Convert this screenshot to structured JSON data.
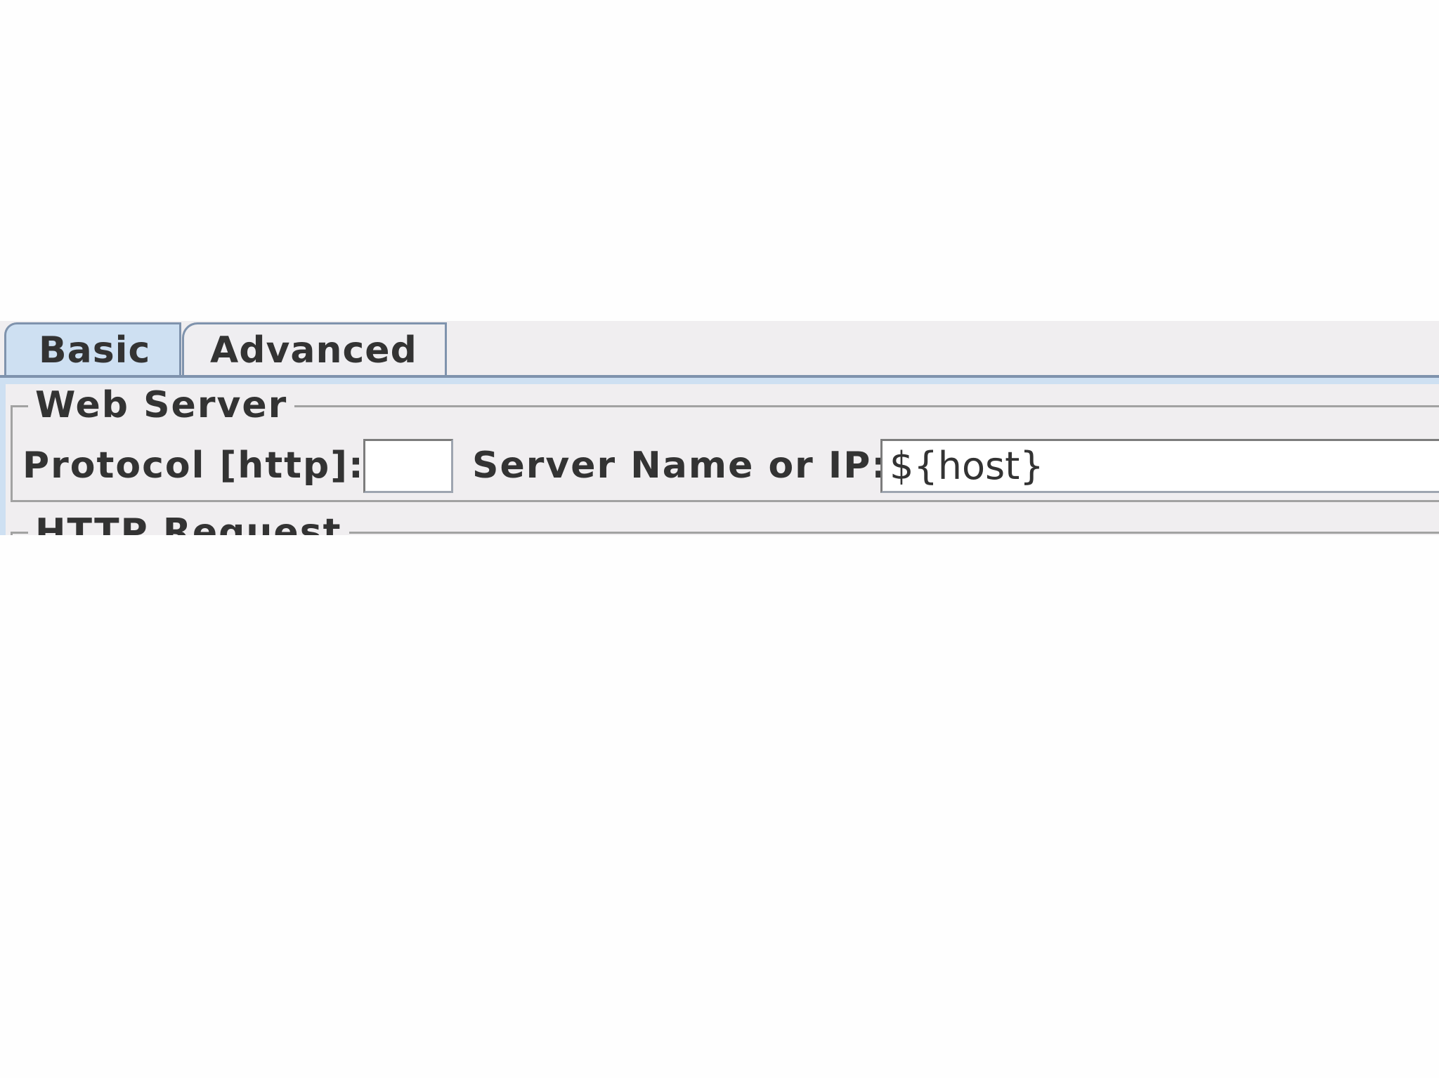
{
  "tabs": [
    {
      "label": "Basic",
      "selected": true
    },
    {
      "label": "Advanced",
      "selected": false
    }
  ],
  "web_server": {
    "legend": "Web Server",
    "protocol_label": "Protocol [http]:",
    "protocol_value": "",
    "server_label": "Server Name or IP:",
    "server_value": "${host}"
  },
  "http_request": {
    "legend": "HTTP Request"
  },
  "colors": {
    "selected_tab": "#cee0f2",
    "tab_border": "#7f93ad",
    "panel_background": "#f0eef0",
    "text": "#333333"
  }
}
